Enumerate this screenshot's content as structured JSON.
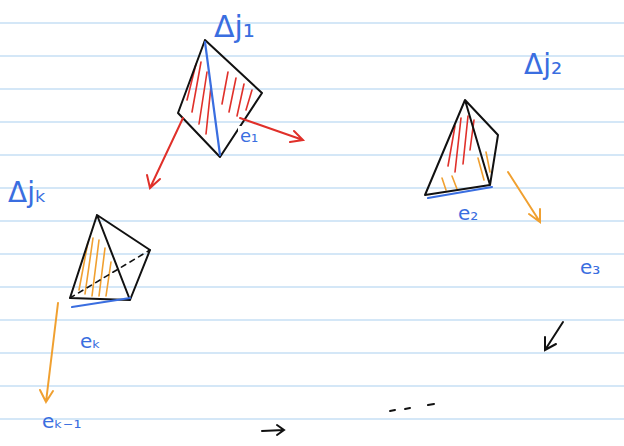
{
  "diagram": {
    "labels": [
      "Δj₁",
      "e₁",
      "Δj₂",
      "e₂",
      "e₃",
      "Δjₖ",
      "eₖ",
      "eₖ₋₁"
    ]
  }
}
